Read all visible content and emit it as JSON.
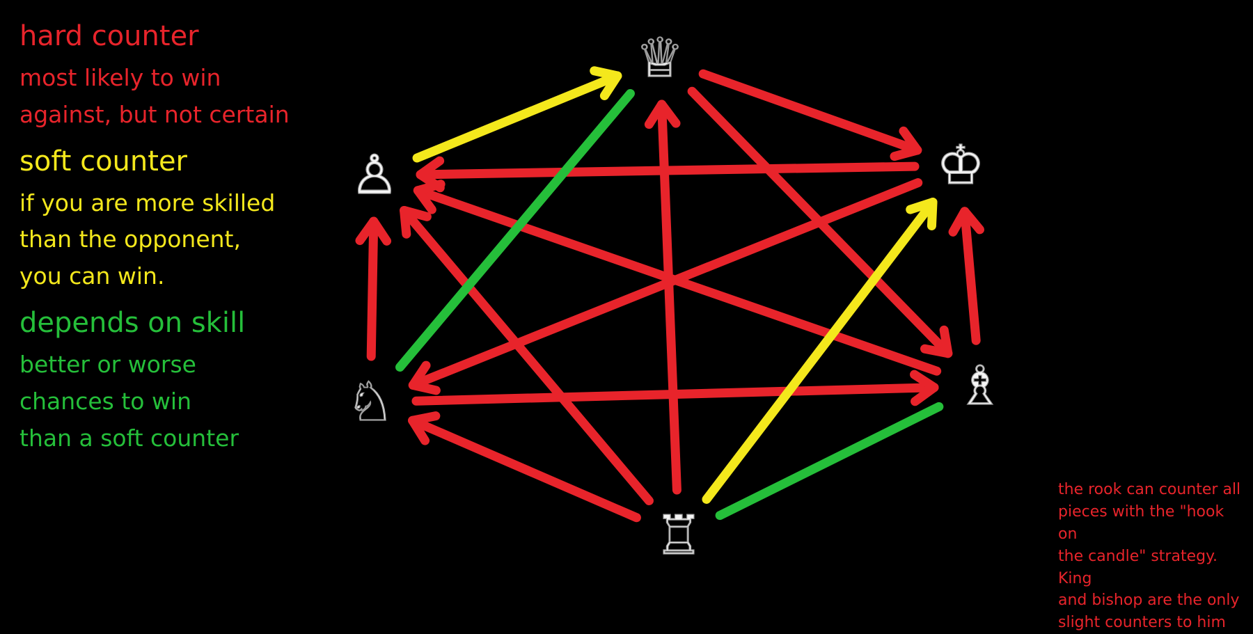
{
  "legend": {
    "hard": {
      "title": "hard counter",
      "desc": "most likely to win\nagainst, but not certain"
    },
    "soft": {
      "title": "soft counter",
      "desc": "if you are more skilled\nthan the opponent,\nyou can win."
    },
    "skill": {
      "title": "depends on skill",
      "desc": "better or worse\nchances to win\nthan a soft counter"
    }
  },
  "colors": {
    "hard": "#e8242b",
    "soft": "#f4e81c",
    "skill": "#25bf3a"
  },
  "pieces": [
    {
      "id": "queen",
      "glyph": "♕",
      "icon": "white-queen-icon"
    },
    {
      "id": "king",
      "glyph": "♔",
      "icon": "white-king-icon"
    },
    {
      "id": "pawn",
      "glyph": "♙",
      "icon": "white-pawn-icon"
    },
    {
      "id": "knight",
      "glyph": "♘",
      "icon": "white-knight-icon"
    },
    {
      "id": "bishop",
      "glyph": "♗",
      "icon": "white-bishop-icon"
    },
    {
      "id": "rook",
      "glyph": "♖",
      "icon": "white-rook-icon"
    }
  ],
  "relations": [
    {
      "from": "queen",
      "to": "king",
      "type": "hard"
    },
    {
      "from": "queen",
      "to": "bishop",
      "type": "hard"
    },
    {
      "from": "rook",
      "to": "queen",
      "type": "hard"
    },
    {
      "from": "king",
      "to": "pawn",
      "type": "hard"
    },
    {
      "from": "king",
      "to": "knight",
      "type": "hard"
    },
    {
      "from": "bishop",
      "to": "pawn",
      "type": "hard"
    },
    {
      "from": "bishop",
      "to": "king",
      "type": "hard"
    },
    {
      "from": "knight",
      "to": "pawn",
      "type": "hard"
    },
    {
      "from": "knight",
      "to": "bishop",
      "type": "hard"
    },
    {
      "from": "rook",
      "to": "pawn",
      "type": "hard"
    },
    {
      "from": "rook",
      "to": "knight",
      "type": "hard"
    },
    {
      "from": "pawn",
      "to": "queen",
      "type": "soft"
    },
    {
      "from": "rook",
      "to": "king",
      "type": "soft"
    },
    {
      "from": "queen",
      "to": "knight",
      "type": "skill"
    },
    {
      "from": "rook",
      "to": "bishop",
      "type": "skill"
    }
  ],
  "note": "the rook can counter all\npieces with the \"hook on\nthe candle\" strategy. King\nand bishop are the only\nslight counters to him"
}
